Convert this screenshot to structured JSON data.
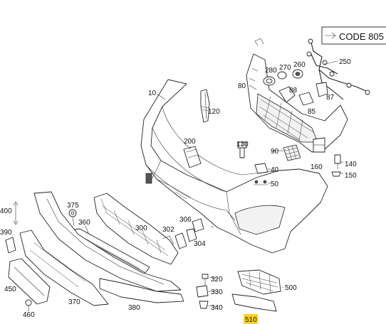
{
  "header": {
    "code_label": "CODE 805"
  },
  "parts": [
    {
      "id": "p10",
      "label": "10"
    },
    {
      "id": "p40",
      "label": "40"
    },
    {
      "id": "p50",
      "label": "50"
    },
    {
      "id": "p80",
      "label": "80"
    },
    {
      "id": "p85",
      "label": "85"
    },
    {
      "id": "p87",
      "label": "87"
    },
    {
      "id": "p88",
      "label": "88"
    },
    {
      "id": "p90",
      "label": "90"
    },
    {
      "id": "p120",
      "label": "120"
    },
    {
      "id": "p130",
      "label": "130"
    },
    {
      "id": "p140",
      "label": "140"
    },
    {
      "id": "p150",
      "label": "150"
    },
    {
      "id": "p160",
      "label": "160"
    },
    {
      "id": "p200",
      "label": "200"
    },
    {
      "id": "p250",
      "label": "250"
    },
    {
      "id": "p260",
      "label": "260"
    },
    {
      "id": "p270",
      "label": "270"
    },
    {
      "id": "p280",
      "label": "280"
    },
    {
      "id": "p300",
      "label": "300"
    },
    {
      "id": "p302",
      "label": "302"
    },
    {
      "id": "p304",
      "label": "304"
    },
    {
      "id": "p306",
      "label": "306"
    },
    {
      "id": "p320",
      "label": "320"
    },
    {
      "id": "p330",
      "label": "330"
    },
    {
      "id": "p340",
      "label": "340"
    },
    {
      "id": "p360",
      "label": "360"
    },
    {
      "id": "p370",
      "label": "370"
    },
    {
      "id": "p375",
      "label": "375"
    },
    {
      "id": "p380",
      "label": "380"
    },
    {
      "id": "p390",
      "label": "390"
    },
    {
      "id": "p400",
      "label": "400"
    },
    {
      "id": "p450",
      "label": "450"
    },
    {
      "id": "p460",
      "label": "460"
    },
    {
      "id": "p500",
      "label": "500"
    },
    {
      "id": "p510",
      "label": "510",
      "highlight": "#ffd21f"
    }
  ]
}
